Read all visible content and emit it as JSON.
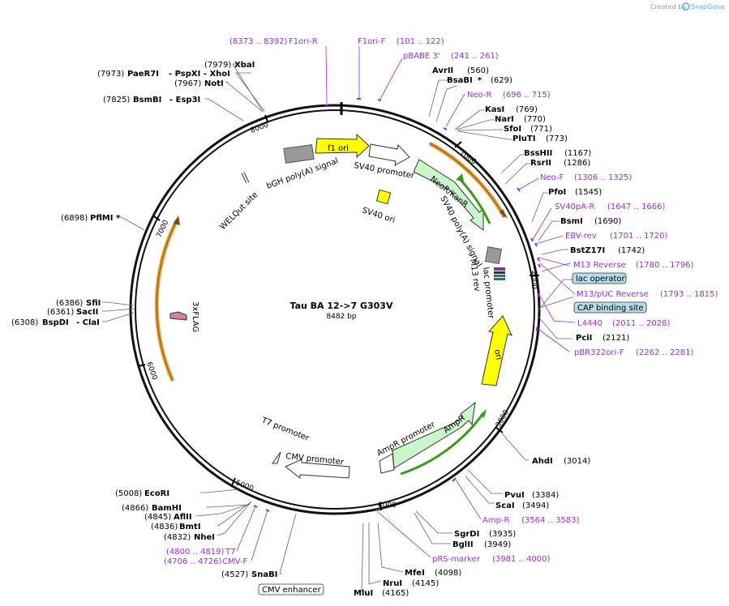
{
  "credit": "Created by",
  "brand": "SnapGene",
  "map": {
    "name": "Tau BA 12->7  G303V",
    "length_label": "8482 bp",
    "total_bp": 8482,
    "ticks": [
      "1000",
      "2000",
      "3000",
      "4000",
      "5000",
      "6000",
      "7000",
      "8000"
    ]
  },
  "colors": {
    "backbone": "#111111",
    "primer": "#9b30d0",
    "promoter": "#ffffff",
    "ori": "#ffff00",
    "marker": "#c9f7c9",
    "terminator": "#999999",
    "orange_arc": "#e8a33a",
    "green_arc": "#3a9a1a",
    "tag": "#d87fa0"
  },
  "sites": [
    {
      "name": "AvrII",
      "pos": "(560)",
      "star": false,
      "sep": ""
    },
    {
      "name": "BsaBI",
      "pos": "(629)",
      "star": true,
      "sep": ""
    },
    {
      "name": "KasI",
      "pos": "(769)",
      "star": false,
      "sep": ""
    },
    {
      "name": "NarI",
      "pos": "(770)",
      "star": false,
      "sep": ""
    },
    {
      "name": "SfoI",
      "pos": "(771)",
      "star": false,
      "sep": ""
    },
    {
      "name": "PluTI",
      "pos": "(773)",
      "star": false,
      "sep": ""
    },
    {
      "name": "BssHII",
      "pos": "(1167)",
      "star": false,
      "sep": ""
    },
    {
      "name": "RsrII",
      "pos": "(1286)",
      "star": false,
      "sep": ""
    },
    {
      "name": "PfoI",
      "pos": "(1545)",
      "star": false,
      "sep": ""
    },
    {
      "name": "BsmI",
      "pos": "(1690)",
      "star": false,
      "sep": ""
    },
    {
      "name": "BstZ17I",
      "pos": "(1742)",
      "star": false,
      "sep": ""
    },
    {
      "name": "PciI",
      "pos": "(2121)",
      "star": false,
      "sep": ""
    },
    {
      "name": "AhdI",
      "pos": "(3014)",
      "star": false,
      "sep": ""
    },
    {
      "name": "PvuI",
      "pos": "(3384)",
      "star": false,
      "sep": ""
    },
    {
      "name": "ScaI",
      "pos": "(3494)",
      "star": false,
      "sep": ""
    },
    {
      "name": "SgrDI",
      "pos": "(3935)",
      "star": false,
      "sep": ""
    },
    {
      "name": "BglII",
      "pos": "(3949)",
      "star": false,
      "sep": ""
    },
    {
      "name": "MfeI",
      "pos": "(4098)",
      "star": false,
      "sep": ""
    },
    {
      "name": "NruI",
      "pos": "(4145)",
      "star": false,
      "sep": ""
    },
    {
      "name": "MluI",
      "pos": "(4165)",
      "star": false,
      "sep": ""
    },
    {
      "name": "SnaBI",
      "pos": "(4527)",
      "star": false,
      "sep": ""
    },
    {
      "name": "NheI",
      "pos": "(4832)",
      "star": false,
      "sep": ""
    },
    {
      "name": "BmtI",
      "pos": "(4836)",
      "star": false,
      "sep": ""
    },
    {
      "name": "AflII",
      "pos": "(4845)",
      "star": false,
      "sep": ""
    },
    {
      "name": "BamHI",
      "pos": "(4866)",
      "star": false,
      "sep": ""
    },
    {
      "name": "EcoRI",
      "pos": "(5008)",
      "star": false,
      "sep": ""
    },
    {
      "name": "BspDI",
      "pos": "(6308)",
      "star": false,
      "sep": "- ClaI"
    },
    {
      "name": "SacII",
      "pos": "(6361)",
      "star": false,
      "sep": ""
    },
    {
      "name": "SfiI",
      "pos": "(6386)",
      "star": false,
      "sep": ""
    },
    {
      "name": "PflMI",
      "pos": "(6898)",
      "star": true,
      "sep": ""
    },
    {
      "name": "BsmBI",
      "pos": "(7825)",
      "star": false,
      "sep": "- Esp3I"
    },
    {
      "name": "NotI",
      "pos": "(7967)",
      "star": false,
      "sep": ""
    },
    {
      "name": "PaeR7I",
      "pos": "(7973)",
      "star": false,
      "sep": "- PspXI   - XhoI"
    },
    {
      "name": "XbaI",
      "pos": "(7979)",
      "star": false,
      "sep": ""
    }
  ],
  "primers": [
    {
      "name": "F1ori-R",
      "range": "(8373 .. 8392)"
    },
    {
      "name": "F1ori-F",
      "range": "(101 .. 122)"
    },
    {
      "name": "pBABE 3'",
      "range": "(241 .. 261)"
    },
    {
      "name": "Neo-R",
      "range": "(696 .. 715)"
    },
    {
      "name": "Neo-F",
      "range": "(1306 .. 1325)"
    },
    {
      "name": "SV40pA-R",
      "range": "(1647 .. 1666)"
    },
    {
      "name": "EBV-rev",
      "range": "(1701 .. 1720)"
    },
    {
      "name": "M13 Reverse",
      "range": "(1780 .. 1796)"
    },
    {
      "name": "M13/pUC Reverse",
      "range": "(1793 .. 1815)"
    },
    {
      "name": "L4440",
      "range": "(2011 .. 2028)"
    },
    {
      "name": "pBR322ori-F",
      "range": "(2262 .. 2281)"
    },
    {
      "name": "Amp-R",
      "range": "(3564 .. 3583)"
    },
    {
      "name": "pRS-marker",
      "range": "(3981 .. 4000)"
    },
    {
      "name": "T7",
      "range": "(4800 .. 4819)"
    },
    {
      "name": "CMV-F",
      "range": "(4706 .. 4726)"
    }
  ],
  "boxed": [
    "lac operator",
    "CAP binding site",
    "CMV enhancer"
  ],
  "features": {
    "f1ori": "f1 ori",
    "sv40prom": "SV40 promoter",
    "neo": "NeoR/KanR",
    "sv40pa": "SV40 poly(A) signal",
    "m13rev": "M13 rev",
    "lacprom": "lac promoter",
    "ori": "ori",
    "ampr": "AmpR",
    "ampprom": "AmpR promoter",
    "cmvprom": "CMV promoter",
    "t7prom": "T7 promoter",
    "flag": "3xFLAG",
    "welq": "WELQut site",
    "bgh": "bGH poly(A) signal",
    "sv40ori": "SV40 ori"
  }
}
